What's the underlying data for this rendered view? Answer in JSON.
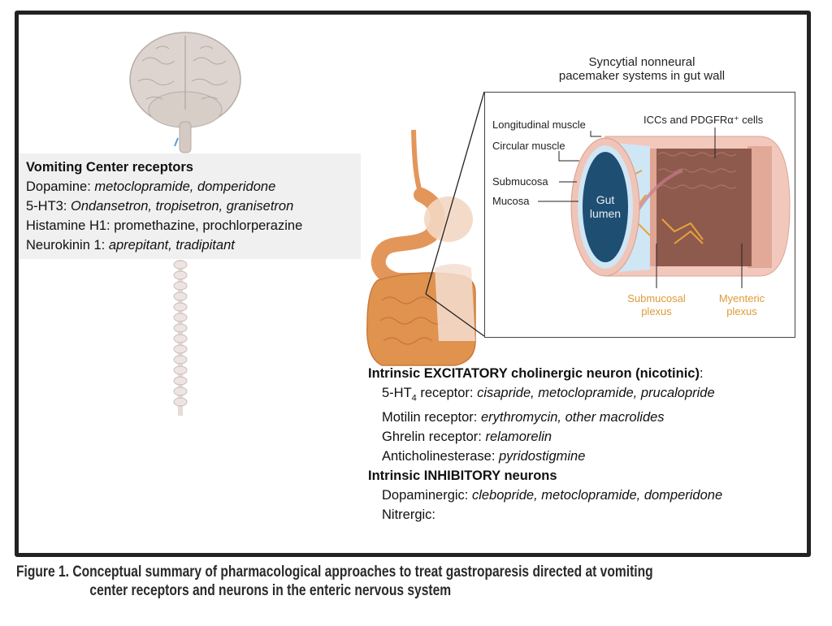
{
  "figure": {
    "vomiting_center": {
      "title": "Vomiting Center receptors",
      "items": [
        {
          "receptor": "Dopamine: ",
          "drugs": "metoclopramide, domperidone",
          "drugs_italic": true
        },
        {
          "receptor": "5-HT3: ",
          "drugs": "Ondansetron, tropisetron, granisetron",
          "drugs_italic": true
        },
        {
          "receptor": "Histamine H1: ",
          "drugs": "promethazine, prochlorperazine",
          "drugs_italic": false
        },
        {
          "receptor": "Neurokinin 1: ",
          "drugs": "aprepitant, tradipitant",
          "drugs_italic": true
        }
      ]
    },
    "inset": {
      "title_line1": "Syncytial nonneural",
      "title_line2": "pacemaker systems in gut wall",
      "labels": {
        "longitudinal": "Longitudinal muscle",
        "circular": "Circular muscle",
        "submucosa": "Submucosa",
        "mucosa": "Mucosa",
        "iccs": "ICCs and PDGFRα⁺ cells",
        "gut_line1": "Gut",
        "gut_line2": "lumen",
        "submucosal_line1": "Submucosal",
        "submucosal_line2": "plexus",
        "myenteric_line1": "Myenteric",
        "myenteric_line2": "plexus"
      }
    },
    "ens": {
      "excitatory_title": "Intrinsic EXCITATORY cholinergic neuron (nicotinic)",
      "excitatory_colon": ":",
      "excitatory_items": [
        {
          "receptor_pre": "5-HT",
          "receptor_sub": "4",
          "receptor_post": " receptor: ",
          "drugs": "cisapride, metoclopramide, prucalopride"
        },
        {
          "receptor_pre": "Motilin receptor: ",
          "receptor_sub": "",
          "receptor_post": "",
          "drugs": "erythromycin, other macrolides"
        },
        {
          "receptor_pre": "Ghrelin receptor: ",
          "receptor_sub": "",
          "receptor_post": "",
          "drugs": "relamorelin"
        },
        {
          "receptor_pre": "Anticholinesterase: ",
          "receptor_sub": "",
          "receptor_post": "",
          "drugs": "pyridostigmine"
        }
      ],
      "inhibitory_title": "Intrinsic INHIBITORY neurons",
      "inhibitory_items": [
        {
          "receptor": "Dopaminergic: ",
          "drugs": "clebopride, metoclopramide, domperidone"
        },
        {
          "receptor": "Nitrergic:",
          "drugs": ""
        }
      ]
    },
    "caption_line1": "Figure 1. Conceptual summary of pharmacological approaches to treat gastroparesis directed at vomiting",
    "caption_line2": "center receptors and neurons in the enteric nervous system",
    "colors": {
      "frame": "#222222",
      "box_bg": "#f0f0f0",
      "gi_orange": "#e3965a",
      "plexus_orange": "#e09a35",
      "lumen_blue": "#1f4e73",
      "muscle_pink": "#e8b2a3"
    }
  }
}
